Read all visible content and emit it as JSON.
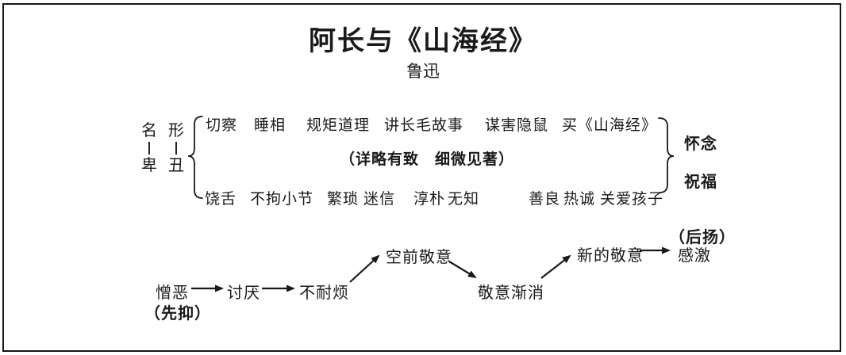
{
  "title": "阿长与《山海经》",
  "author": "鲁迅",
  "traits": {
    "left_pairs": [
      {
        "top": "名",
        "bottom": "卑"
      },
      {
        "top": "形",
        "bottom": "丑"
      }
    ],
    "top_row": [
      "切察",
      "睡相",
      "规矩道理",
      "讲长毛故事",
      "谋害隐鼠",
      "买《山海经》"
    ],
    "center_note": "（详略有致　细微见著）",
    "bottom_row": [
      "饶舌",
      "不拘小节",
      "繁琐",
      "迷信",
      "淳朴",
      "无知",
      "善良",
      "热诚",
      "关爱孩子"
    ],
    "right_labels": [
      "怀念",
      "祝福"
    ]
  },
  "flow": {
    "nodes": [
      "憎恶",
      "讨厌",
      "不耐烦",
      "空前敬意",
      "敬意渐消",
      "新的敬意",
      "感激"
    ],
    "start_note": "（先抑）",
    "end_note": "（后扬）"
  }
}
